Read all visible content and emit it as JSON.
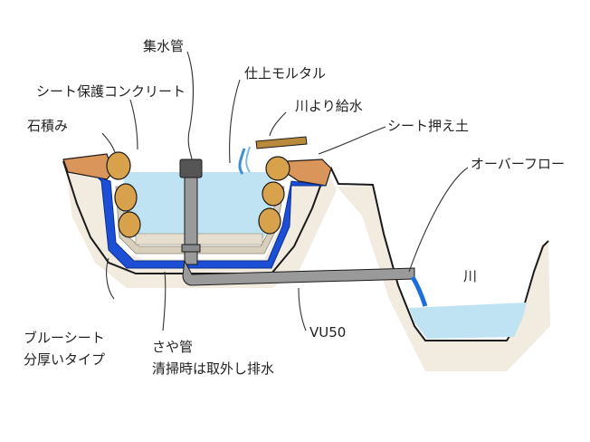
{
  "labels": {
    "shusuikan": "集水管",
    "shiageMortar": "仕上モルタル",
    "sheetConcrete": "シート保護コンクリート",
    "kawaKyusui": "川より給水",
    "ishizumi": "石積み",
    "sheetOsae": "シート押え土",
    "overflow": "オーバーフロー",
    "kawa": "川",
    "blueSheet1": "ブルーシート",
    "blueSheet2": "分厚いタイプ",
    "sayakan1": "さや管",
    "sayakan2": "清掃時は取外し排水",
    "vu50": "VU50"
  },
  "colors": {
    "water": "#bfe3f2",
    "waterDeep": "#8cc7e6",
    "blueSheet": "#1c4fd6",
    "soil": "#d9955a",
    "soilDark": "#b86a34",
    "gravel": "#d8cfbd",
    "stone": "#d8a24c",
    "pipe": "#9a9a9a",
    "pipeDark": "#6e6e6e",
    "outline": "#1a1a1a"
  }
}
